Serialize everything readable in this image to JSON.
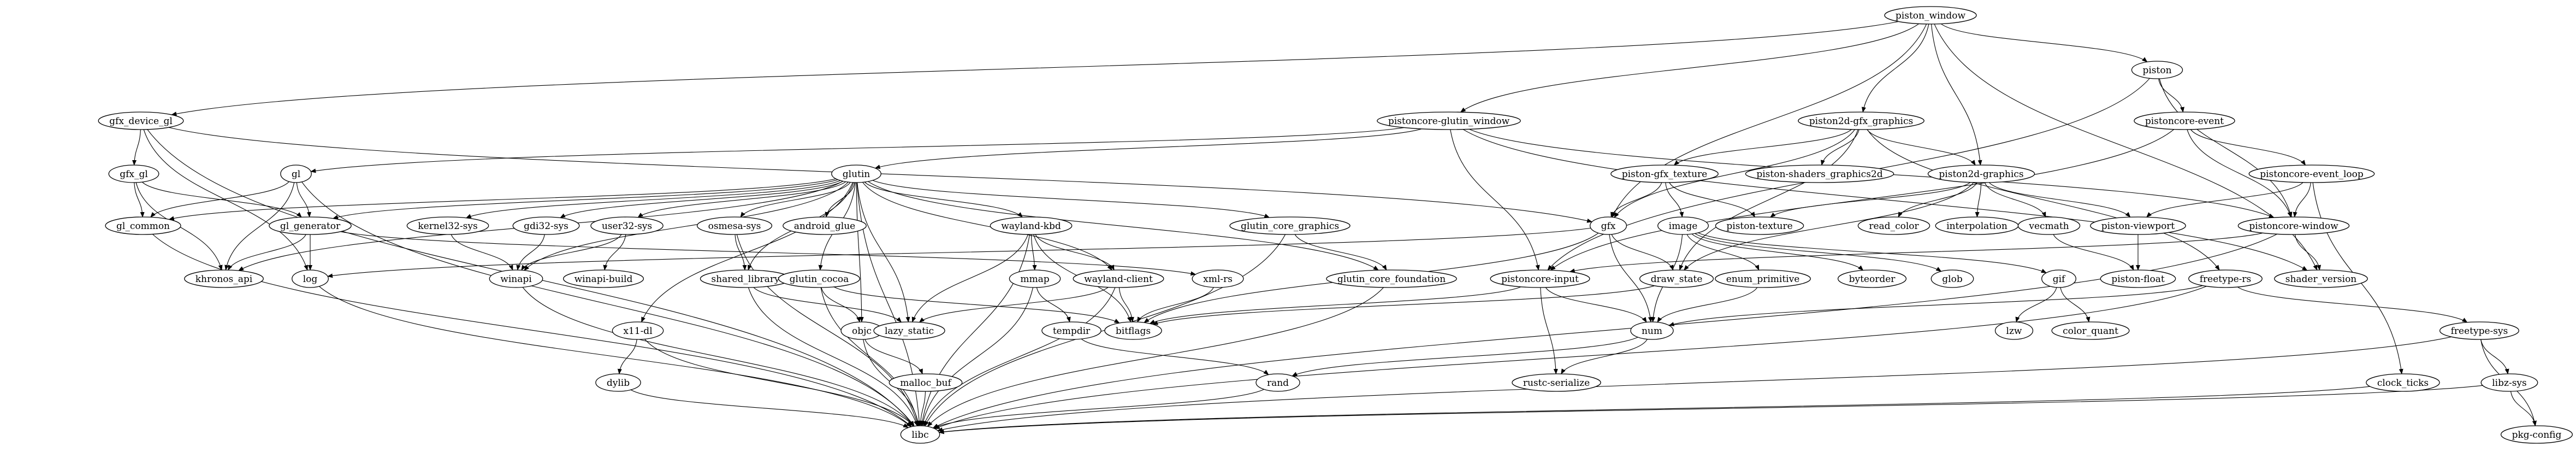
{
  "nodes": [
    {
      "id": "piston_window",
      "label": "piston_window"
    },
    {
      "id": "piston",
      "label": "piston"
    },
    {
      "id": "gfx_device_gl",
      "label": "gfx_device_gl"
    },
    {
      "id": "pistoncore_glutin_window",
      "label": "pistoncore-glutin_window"
    },
    {
      "id": "piston2d_gfx_graphics",
      "label": "piston2d-gfx_graphics"
    },
    {
      "id": "pistoncore_event",
      "label": "pistoncore-event"
    },
    {
      "id": "gfx_gl",
      "label": "gfx_gl"
    },
    {
      "id": "gl",
      "label": "gl"
    },
    {
      "id": "glutin",
      "label": "glutin"
    },
    {
      "id": "piston_gfx_texture",
      "label": "piston-gfx_texture"
    },
    {
      "id": "piston_shaders_graphics2d",
      "label": "piston-shaders_graphics2d"
    },
    {
      "id": "piston2d_graphics",
      "label": "piston2d-graphics"
    },
    {
      "id": "pistoncore_event_loop",
      "label": "pistoncore-event_loop"
    },
    {
      "id": "gl_common",
      "label": "gl_common"
    },
    {
      "id": "gl_generator",
      "label": "gl_generator"
    },
    {
      "id": "kernel32_sys",
      "label": "kernel32-sys"
    },
    {
      "id": "gdi32_sys",
      "label": "gdi32-sys"
    },
    {
      "id": "user32_sys",
      "label": "user32-sys"
    },
    {
      "id": "osmesa_sys",
      "label": "osmesa-sys"
    },
    {
      "id": "android_glue",
      "label": "android_glue"
    },
    {
      "id": "wayland_kbd",
      "label": "wayland-kbd"
    },
    {
      "id": "glutin_core_graphics",
      "label": "glutin_core_graphics"
    },
    {
      "id": "gfx",
      "label": "gfx"
    },
    {
      "id": "image",
      "label": "image"
    },
    {
      "id": "piston_texture",
      "label": "piston-texture"
    },
    {
      "id": "read_color",
      "label": "read_color"
    },
    {
      "id": "interpolation",
      "label": "interpolation"
    },
    {
      "id": "vecmath",
      "label": "vecmath"
    },
    {
      "id": "piston_viewport",
      "label": "piston-viewport"
    },
    {
      "id": "pistoncore_window",
      "label": "pistoncore-window"
    },
    {
      "id": "khronos_api",
      "label": "khronos_api"
    },
    {
      "id": "log",
      "label": "log"
    },
    {
      "id": "winapi",
      "label": "winapi"
    },
    {
      "id": "winapi_build",
      "label": "winapi-build"
    },
    {
      "id": "shared_library",
      "label": "shared_library"
    },
    {
      "id": "xml_rs",
      "label": "xml-rs"
    },
    {
      "id": "glutin_core_foundation",
      "label": "glutin_core_foundation"
    },
    {
      "id": "pistoncore_input",
      "label": "pistoncore-input"
    },
    {
      "id": "draw_state",
      "label": "draw_state"
    },
    {
      "id": "enum_primitive",
      "label": "enum_primitive"
    },
    {
      "id": "byteorder",
      "label": "byteorder"
    },
    {
      "id": "glob",
      "label": "glob"
    },
    {
      "id": "gif",
      "label": "gif"
    },
    {
      "id": "piston_float",
      "label": "piston-float"
    },
    {
      "id": "shader_version",
      "label": "shader_version"
    },
    {
      "id": "glutin_cocoa",
      "label": "glutin_cocoa"
    },
    {
      "id": "mmap",
      "label": "mmap"
    },
    {
      "id": "wayland_client",
      "label": "wayland-client"
    },
    {
      "id": "freetype_rs",
      "label": "freetype-rs"
    },
    {
      "id": "x11_dl",
      "label": "x11-dl"
    },
    {
      "id": "objc",
      "label": "objc"
    },
    {
      "id": "lazy_static",
      "label": "lazy_static"
    },
    {
      "id": "tempdir",
      "label": "tempdir"
    },
    {
      "id": "bitflags",
      "label": "bitflags"
    },
    {
      "id": "num",
      "label": "num"
    },
    {
      "id": "lzw",
      "label": "lzw"
    },
    {
      "id": "color_quant",
      "label": "color_quant"
    },
    {
      "id": "freetype_sys",
      "label": "freetype-sys"
    },
    {
      "id": "dylib",
      "label": "dylib"
    },
    {
      "id": "malloc_buf",
      "label": "malloc_buf"
    },
    {
      "id": "rand",
      "label": "rand"
    },
    {
      "id": "rustc_serialize",
      "label": "rustc-serialize"
    },
    {
      "id": "clock_ticks",
      "label": "clock_ticks"
    },
    {
      "id": "libz_sys",
      "label": "libz-sys"
    },
    {
      "id": "libc",
      "label": "libc"
    },
    {
      "id": "pkg_config",
      "label": "pkg-config"
    }
  ],
  "edges": [
    [
      "piston_window",
      "piston"
    ],
    [
      "piston_window",
      "gfx_device_gl"
    ],
    [
      "piston_window",
      "pistoncore_glutin_window"
    ],
    [
      "piston_window",
      "piston2d_gfx_graphics"
    ],
    [
      "piston_window",
      "piston2d_graphics"
    ],
    [
      "piston_window",
      "gfx"
    ],
    [
      "piston_window",
      "shader_version"
    ],
    [
      "piston",
      "pistoncore_event"
    ],
    [
      "piston",
      "pistoncore_input"
    ],
    [
      "piston",
      "pistoncore_window"
    ],
    [
      "gfx_device_gl",
      "gfx_gl"
    ],
    [
      "gfx_device_gl",
      "gfx"
    ],
    [
      "gfx_device_gl",
      "log"
    ],
    [
      "gfx_device_gl",
      "libc"
    ],
    [
      "pistoncore_glutin_window",
      "glutin"
    ],
    [
      "pistoncore_glutin_window",
      "gl"
    ],
    [
      "pistoncore_glutin_window",
      "pistoncore_input"
    ],
    [
      "pistoncore_glutin_window",
      "pistoncore_window"
    ],
    [
      "pistoncore_glutin_window",
      "shader_version"
    ],
    [
      "piston2d_gfx_graphics",
      "piston_gfx_texture"
    ],
    [
      "piston2d_gfx_graphics",
      "piston_shaders_graphics2d"
    ],
    [
      "piston2d_gfx_graphics",
      "piston2d_graphics"
    ],
    [
      "piston2d_gfx_graphics",
      "gfx"
    ],
    [
      "piston2d_gfx_graphics",
      "draw_state"
    ],
    [
      "piston2d_gfx_graphics",
      "freetype_rs"
    ],
    [
      "pistoncore_event",
      "pistoncore_event_loop"
    ],
    [
      "pistoncore_event",
      "pistoncore_input"
    ],
    [
      "pistoncore_event",
      "pistoncore_window"
    ],
    [
      "gfx_gl",
      "gl_common"
    ],
    [
      "gfx_gl",
      "gl_generator"
    ],
    [
      "gfx_gl",
      "khronos_api"
    ],
    [
      "gl",
      "gl_common"
    ],
    [
      "gl",
      "gl_generator"
    ],
    [
      "gl",
      "khronos_api"
    ],
    [
      "gl",
      "libc"
    ],
    [
      "glutin",
      "gl_common"
    ],
    [
      "glutin",
      "gl_generator"
    ],
    [
      "glutin",
      "khronos_api"
    ],
    [
      "glutin",
      "kernel32_sys"
    ],
    [
      "glutin",
      "gdi32_sys"
    ],
    [
      "glutin",
      "user32_sys"
    ],
    [
      "glutin",
      "osmesa_sys"
    ],
    [
      "glutin",
      "android_glue"
    ],
    [
      "glutin",
      "wayland_kbd"
    ],
    [
      "glutin",
      "glutin_core_graphics"
    ],
    [
      "glutin",
      "glutin_core_foundation"
    ],
    [
      "glutin",
      "glutin_cocoa"
    ],
    [
      "glutin",
      "objc"
    ],
    [
      "glutin",
      "x11_dl"
    ],
    [
      "glutin",
      "lazy_static"
    ],
    [
      "glutin",
      "winapi"
    ],
    [
      "glutin",
      "shared_library"
    ],
    [
      "glutin",
      "wayland_client"
    ],
    [
      "glutin",
      "libc"
    ],
    [
      "piston_gfx_texture",
      "gfx"
    ],
    [
      "piston_gfx_texture",
      "image"
    ],
    [
      "piston_gfx_texture",
      "piston_texture"
    ],
    [
      "piston2d_graphics",
      "read_color"
    ],
    [
      "piston2d_graphics",
      "interpolation"
    ],
    [
      "piston2d_graphics",
      "vecmath"
    ],
    [
      "piston2d_graphics",
      "piston_viewport"
    ],
    [
      "piston2d_graphics",
      "draw_state"
    ],
    [
      "piston2d_graphics",
      "piston_texture"
    ],
    [
      "pistoncore_event_loop",
      "pistoncore_window"
    ],
    [
      "pistoncore_event_loop",
      "piston_viewport"
    ],
    [
      "pistoncore_event_loop",
      "clock_ticks"
    ],
    [
      "gl_common",
      "libc"
    ],
    [
      "gl_generator",
      "khronos_api"
    ],
    [
      "gl_generator",
      "log"
    ],
    [
      "gl_generator",
      "xml_rs"
    ],
    [
      "kernel32_sys",
      "winapi"
    ],
    [
      "gdi32_sys",
      "winapi"
    ],
    [
      "user32_sys",
      "winapi"
    ],
    [
      "user32_sys",
      "winapi_build"
    ],
    [
      "osmesa_sys",
      "shared_library"
    ],
    [
      "osmesa_sys",
      "libc"
    ],
    [
      "wayland_kbd",
      "mmap"
    ],
    [
      "wayland_kbd",
      "wayland_client"
    ],
    [
      "wayland_kbd",
      "bitflags"
    ],
    [
      "wayland_kbd",
      "lazy_static"
    ],
    [
      "wayland_kbd",
      "libc"
    ],
    [
      "glutin_core_graphics",
      "glutin_core_foundation"
    ],
    [
      "glutin_core_graphics",
      "libc"
    ],
    [
      "gfx",
      "draw_state"
    ],
    [
      "gfx",
      "log"
    ],
    [
      "gfx",
      "bitflags"
    ],
    [
      "gfx",
      "num"
    ],
    [
      "image",
      "enum_primitive"
    ],
    [
      "image",
      "byteorder"
    ],
    [
      "image",
      "glob"
    ],
    [
      "image",
      "gif"
    ],
    [
      "image",
      "num"
    ],
    [
      "vecmath",
      "piston_float"
    ],
    [
      "piston_viewport",
      "piston_float"
    ],
    [
      "pistoncore_window",
      "pistoncore_input"
    ],
    [
      "pistoncore_window",
      "shader_version"
    ],
    [
      "pistoncore_window",
      "libc"
    ],
    [
      "log",
      "libc"
    ],
    [
      "winapi",
      "libc"
    ],
    [
      "shared_library",
      "lazy_static"
    ],
    [
      "shared_library",
      "libc"
    ],
    [
      "xml_rs",
      "bitflags"
    ],
    [
      "glutin_core_foundation",
      "libc"
    ],
    [
      "pistoncore_input",
      "bitflags"
    ],
    [
      "pistoncore_input",
      "num"
    ],
    [
      "pistoncore_input",
      "rustc_serialize"
    ],
    [
      "draw_state",
      "bitflags"
    ],
    [
      "enum_primitive",
      "num"
    ],
    [
      "gif",
      "lzw"
    ],
    [
      "gif",
      "color_quant"
    ],
    [
      "glutin_cocoa",
      "objc"
    ],
    [
      "glutin_cocoa",
      "bitflags"
    ],
    [
      "glutin_cocoa",
      "libc"
    ],
    [
      "mmap",
      "tempdir"
    ],
    [
      "mmap",
      "libc"
    ],
    [
      "wayland_client",
      "bitflags"
    ],
    [
      "wayland_client",
      "lazy_static"
    ],
    [
      "wayland_client",
      "libc"
    ],
    [
      "freetype_rs",
      "freetype_sys"
    ],
    [
      "freetype_rs",
      "num"
    ],
    [
      "freetype_rs",
      "libc"
    ],
    [
      "x11_dl",
      "dylib"
    ],
    [
      "x11_dl",
      "libc"
    ],
    [
      "objc",
      "malloc_buf"
    ],
    [
      "objc",
      "libc"
    ],
    [
      "tempdir",
      "rand"
    ],
    [
      "num",
      "rand"
    ],
    [
      "num",
      "rustc_serialize"
    ],
    [
      "freetype_sys",
      "libz_sys"
    ],
    [
      "freetype_sys",
      "pkg_config"
    ],
    [
      "freetype_sys",
      "libc"
    ],
    [
      "dylib",
      "libc"
    ],
    [
      "malloc_buf",
      "libc"
    ],
    [
      "rand",
      "libc"
    ],
    [
      "clock_ticks",
      "libc"
    ],
    [
      "libz_sys",
      "pkg_config"
    ],
    [
      "libz_sys",
      "libc"
    ]
  ]
}
